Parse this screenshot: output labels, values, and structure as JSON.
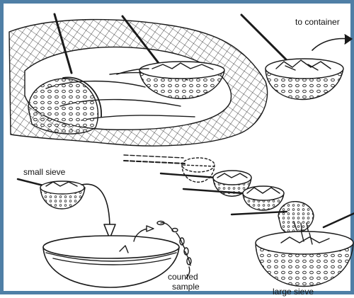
{
  "labels": {
    "to_container": "to container",
    "small_sieve": "small sieve",
    "counted_sample_line1": "counted",
    "counted_sample_line2": "sample",
    "large_sieve": "large sieve"
  },
  "colors": {
    "border": "#4f7fa6",
    "ink": "#1a1a1a",
    "paper": "#ffffff"
  }
}
